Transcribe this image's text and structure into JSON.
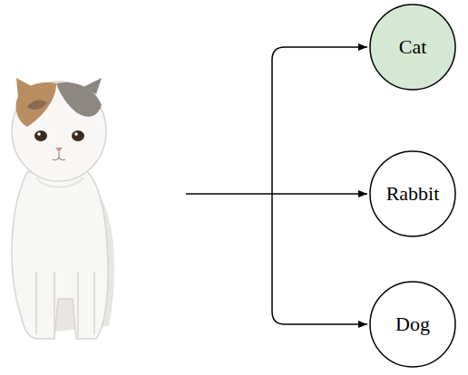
{
  "diagram": {
    "nodes": [
      {
        "text": [
          "Cat"
        ]
      },
      {
        "text": [
          "Rabbit"
        ]
      },
      {
        "text": [
          "Dog"
        ]
      }
    ]
  }
}
